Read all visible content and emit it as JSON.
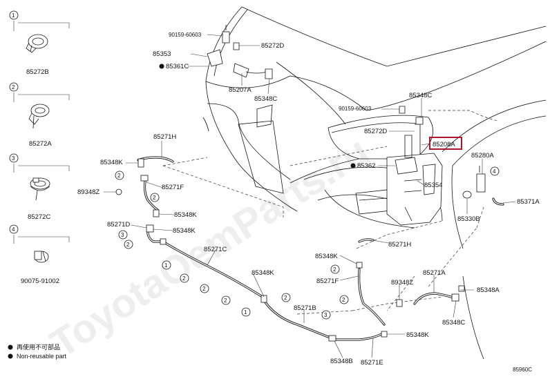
{
  "watermark": "ToyotaOemParts.ru",
  "figure_code": "85960C",
  "highlighted_part": "85208A",
  "left_panel": [
    {
      "index": "1",
      "part": "85272B"
    },
    {
      "index": "2",
      "part": "85272A"
    },
    {
      "index": "3",
      "part": "85272C"
    },
    {
      "index": "4",
      "part": "90075-91002"
    }
  ],
  "labels": {
    "p90159_top": "90159-60603",
    "p85272D_top": "85272D",
    "p85353": "85353",
    "p85361C": "85361C",
    "p85207A": "85207A",
    "p85348C_top": "85348C",
    "p85348C_r": "85348C",
    "p90159_mid": "90159-60603",
    "p85272D_mid": "85272D",
    "p85208A": "85208A",
    "p85362": "85362",
    "p85354": "85354",
    "p85280A": "85280A",
    "p85371A": "85371A",
    "p85330B": "85330B",
    "p85271H_top": "85271H",
    "p85348K_1": "85348K",
    "p89348Z_l": "89348Z",
    "p85271F_l": "85271F",
    "p85348K_2": "85348K",
    "p85271D": "85271D",
    "p85348K_3": "85348K",
    "p85271C": "85271C",
    "p85348K_4": "85348K",
    "p85271B": "85271B",
    "p85271H_bot": "85271H",
    "p85348K_5": "85348K",
    "p85271F_r": "85271F",
    "p89348Z_r": "89348Z",
    "p85271A": "85271A",
    "p85348A": "85348A",
    "p85348C_bot": "85348C",
    "p85348K_6": "85348K",
    "p85348B": "85348B",
    "p85271E": "85271E"
  },
  "callouts": {
    "c2a": "2",
    "c2b": "2",
    "c3a": "3",
    "c1a": "1",
    "c2c": "2",
    "c2d": "2",
    "c2e": "2",
    "c1b": "1",
    "c2f": "2",
    "c3b": "3",
    "c2g": "2",
    "c2h": "2",
    "c4": "4"
  },
  "legend": {
    "line1": "再使用不可部品",
    "line2": "Non-reusable part"
  },
  "icons": {
    "non_reusable": "filled-circle-icon"
  }
}
